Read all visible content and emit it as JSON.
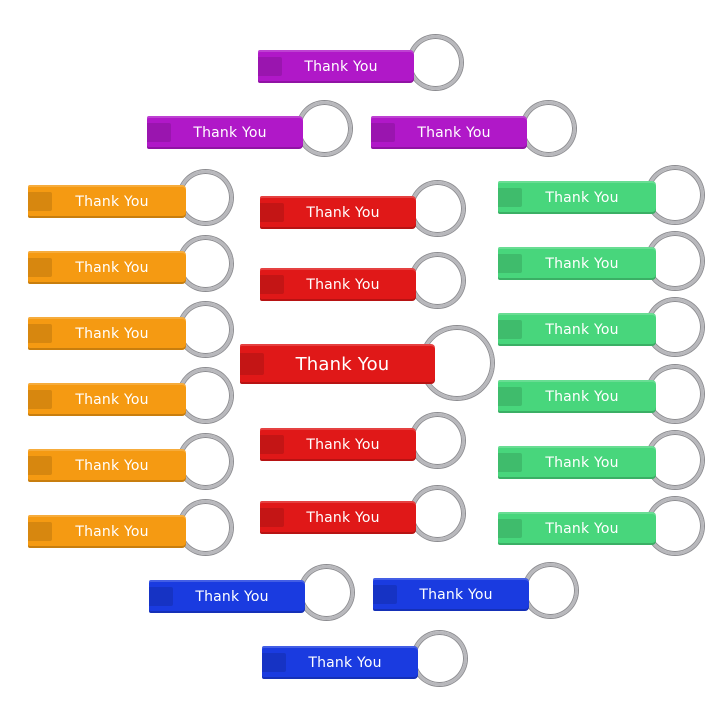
{
  "product": {
    "engraving_text": "Thank You",
    "ring_color": "#b8b8bc",
    "colors": {
      "purple": "#b018c8",
      "orange": "#f59a12",
      "red": "#e01818",
      "green": "#48d67c",
      "blue": "#1a3be0"
    },
    "openers": [
      {
        "color": "purple",
        "label": "Thank You"
      },
      {
        "color": "purple",
        "label": "Thank You"
      },
      {
        "color": "purple",
        "label": "Thank You"
      },
      {
        "color": "orange",
        "label": "Thank You"
      },
      {
        "color": "orange",
        "label": "Thank You"
      },
      {
        "color": "orange",
        "label": "Thank You"
      },
      {
        "color": "orange",
        "label": "Thank You"
      },
      {
        "color": "orange",
        "label": "Thank You"
      },
      {
        "color": "orange",
        "label": "Thank You"
      },
      {
        "color": "red",
        "label": "Thank You"
      },
      {
        "color": "red",
        "label": "Thank You"
      },
      {
        "color": "red",
        "label": "Thank You"
      },
      {
        "color": "red",
        "label": "Thank You"
      },
      {
        "color": "red",
        "label": "Thank You"
      },
      {
        "color": "green",
        "label": "Thank You"
      },
      {
        "color": "green",
        "label": "Thank You"
      },
      {
        "color": "green",
        "label": "Thank You"
      },
      {
        "color": "green",
        "label": "Thank You"
      },
      {
        "color": "green",
        "label": "Thank You"
      },
      {
        "color": "green",
        "label": "Thank You"
      },
      {
        "color": "blue",
        "label": "Thank You"
      },
      {
        "color": "blue",
        "label": "Thank You"
      },
      {
        "color": "blue",
        "label": "Thank You"
      }
    ]
  }
}
